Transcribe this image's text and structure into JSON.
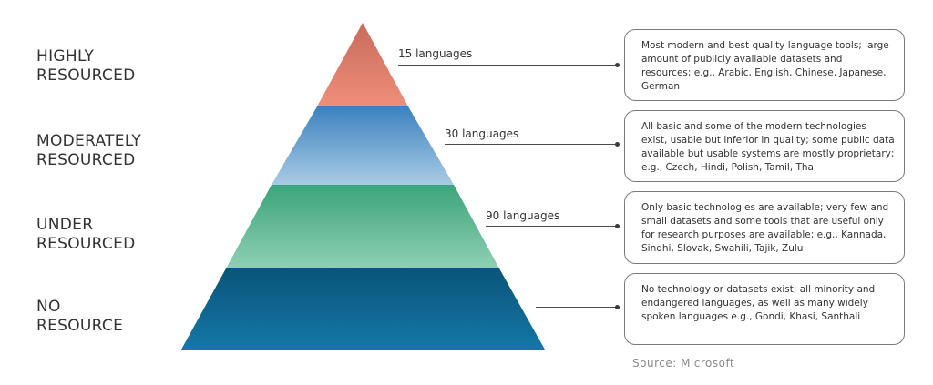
{
  "tiers": [
    {
      "name_lines": [
        "HIGHLY",
        "RESOURCED"
      ],
      "count": "15 languages",
      "description": "Most modern and best quality language tools; large amount of publicly available datasets and resources; e.g., Arabic, English, Chinese, Japanese, German",
      "color_top": "#c96a5a",
      "color_bottom": "#ee8f7b"
    },
    {
      "name_lines": [
        "MODERATELY",
        "RESOURCED"
      ],
      "count": "30 languages",
      "description": "All basic and some of the modern technologies exist, usable but inferior in quality; some public data available but usable systems are mostly proprietary; e.g., Czech, Hindi, Polish, Tamil, Thai",
      "color_top": "#3c82bf",
      "color_bottom": "#a9cbe4"
    },
    {
      "name_lines": [
        "UNDER",
        "RESOURCED"
      ],
      "count": "90 languages",
      "description": "Only basic technologies are available; very few and small datasets and some tools that are useful only for research purposes are available; e.g., Kannada, Sindhi, Slovak, Swahili, Tajik, Zulu",
      "color_top": "#3ba47a",
      "color_bottom": "#8fd0b3"
    },
    {
      "name_lines": [
        "NO",
        "RESOURCE"
      ],
      "count": "",
      "description": "No technology or datasets exist; all minority and endangered languages, as well as many widely spoken languages e.g., Gondi, Khasi, Santhali",
      "color_top": "#0a5578",
      "color_bottom": "#1577a8"
    }
  ],
  "source": "Source: Microsoft"
}
